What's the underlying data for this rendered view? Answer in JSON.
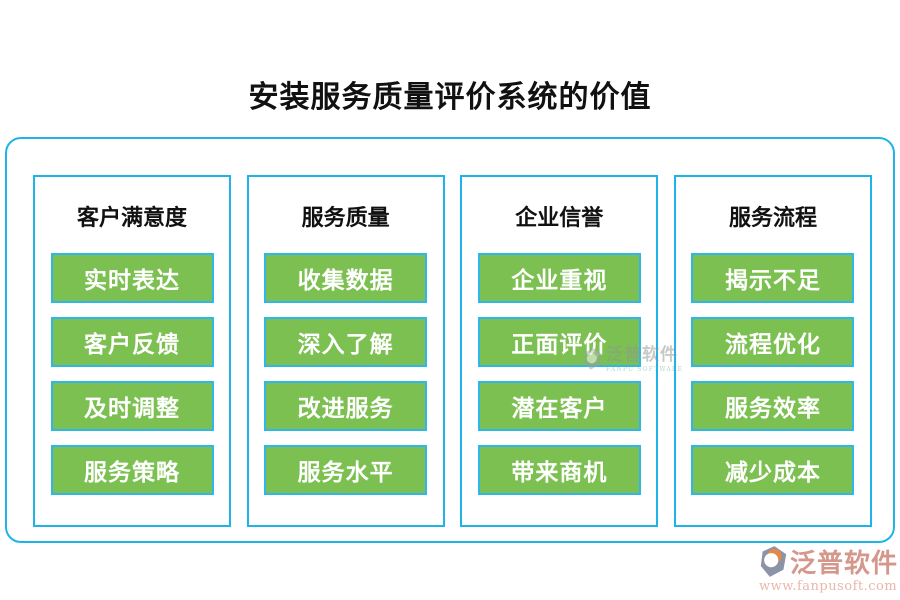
{
  "title": "安装服务质量评价系统的价值",
  "colors": {
    "accent_cyan": "#1eb4ea",
    "chip_green": "#7cc052",
    "chip_text": "#ffffff",
    "title_text": "#111111",
    "brand_salmon": "#d5978b",
    "brand_url_pink": "#e9b7ab",
    "logo_gray": "#8b94a6",
    "logo_orange": "#e08948",
    "watermark_gray": "#8d9793",
    "watermark_teal": "#5fae97"
  },
  "columns": [
    {
      "header": "客户满意度",
      "items": [
        "实时表达",
        "客户反馈",
        "及时调整",
        "服务策略"
      ]
    },
    {
      "header": "服务质量",
      "items": [
        "收集数据",
        "深入了解",
        "改进服务",
        "服务水平"
      ]
    },
    {
      "header": "企业信誉",
      "items": [
        "企业重视",
        "正面评价",
        "潜在客户",
        "带来商机"
      ]
    },
    {
      "header": "服务流程",
      "items": [
        "揭示不足",
        "流程优化",
        "服务效率",
        "减少成本"
      ]
    }
  ],
  "watermark": {
    "brand": "泛普软件",
    "sub": "FANPU SOFTWARE",
    "icon": "fanpu-gem-icon"
  },
  "footer_logo": {
    "brand": "泛普软件",
    "url": "www.fanpusoft.com",
    "icon": "fanpu-gem-icon"
  }
}
